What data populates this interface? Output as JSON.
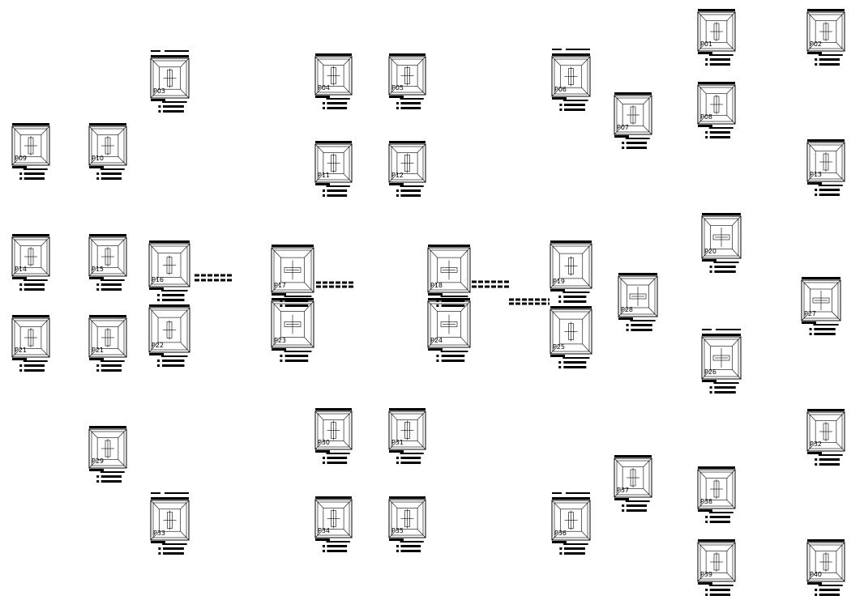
{
  "drawing": {
    "kind": "pile cap / footing layout plan",
    "footings": [
      {
        "id": "f09",
        "label": "P09",
        "col": "v"
      },
      {
        "id": "f10",
        "label": "P10",
        "col": "v"
      },
      {
        "id": "f14",
        "label": "P14",
        "col": "v"
      },
      {
        "id": "f15",
        "label": "P15",
        "col": "v"
      },
      {
        "id": "f21a",
        "label": "P21",
        "col": "v"
      },
      {
        "id": "f21b",
        "label": "P21",
        "col": "v"
      },
      {
        "id": "f29",
        "label": "P29",
        "col": "v"
      },
      {
        "id": "f03",
        "label": "P03",
        "col": "v"
      },
      {
        "id": "f16",
        "label": "P16",
        "col": "v"
      },
      {
        "id": "f22",
        "label": "P22",
        "col": "v"
      },
      {
        "id": "f33",
        "label": "P33",
        "col": "v"
      },
      {
        "id": "f17",
        "label": "P17",
        "col": "h"
      },
      {
        "id": "f23",
        "label": "P23",
        "col": "h"
      },
      {
        "id": "f04",
        "label": "P04",
        "col": "v"
      },
      {
        "id": "f05",
        "label": "P05",
        "col": "v"
      },
      {
        "id": "f11",
        "label": "P11",
        "col": "v"
      },
      {
        "id": "f12",
        "label": "P12",
        "col": "v"
      },
      {
        "id": "f30",
        "label": "P30",
        "col": "v"
      },
      {
        "id": "f31",
        "label": "P31",
        "col": "v"
      },
      {
        "id": "f34",
        "label": "P34",
        "col": "v"
      },
      {
        "id": "f35",
        "label": "P35",
        "col": "v"
      },
      {
        "id": "f18",
        "label": "P18",
        "col": "h"
      },
      {
        "id": "f24",
        "label": "P24",
        "col": "h"
      },
      {
        "id": "f06",
        "label": "P06",
        "col": "v"
      },
      {
        "id": "f19",
        "label": "P19",
        "col": "v"
      },
      {
        "id": "f25",
        "label": "P25",
        "col": "v"
      },
      {
        "id": "f36",
        "label": "P36",
        "col": "v"
      },
      {
        "id": "f07",
        "label": "P07",
        "col": "v"
      },
      {
        "id": "f28",
        "label": "P28",
        "col": "h"
      },
      {
        "id": "f37",
        "label": "P37",
        "col": "v"
      },
      {
        "id": "f01",
        "label": "P01",
        "col": "v"
      },
      {
        "id": "f08",
        "label": "P08",
        "col": "v"
      },
      {
        "id": "f20",
        "label": "P20",
        "col": "h"
      },
      {
        "id": "f26",
        "label": "P26",
        "col": "h"
      },
      {
        "id": "f38",
        "label": "P38",
        "col": "v"
      },
      {
        "id": "f39",
        "label": "P39",
        "col": "v"
      },
      {
        "id": "f02",
        "label": "P02",
        "col": "v"
      },
      {
        "id": "f13",
        "label": "P13",
        "col": "v"
      },
      {
        "id": "f27",
        "label": "P27",
        "col": "h"
      },
      {
        "id": "f32",
        "label": "P32",
        "col": "v"
      },
      {
        "id": "f40",
        "label": "P40",
        "col": "v"
      }
    ]
  }
}
